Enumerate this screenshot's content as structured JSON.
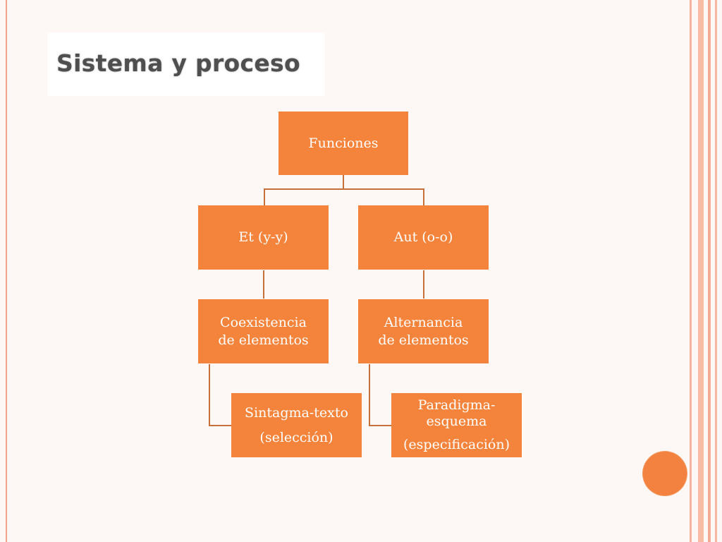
{
  "slide": {
    "title": "Sistema y proceso",
    "accent_color": "#f4843b",
    "connector_color": "#c8703a"
  },
  "diagram": {
    "root": "Funciones",
    "branches": [
      {
        "label": "Et (y-y)",
        "child": "Coexistencia de elementos",
        "leaf_line1": "Sintagma-texto",
        "leaf_line2": "(selección)"
      },
      {
        "label": "Aut (o-o)",
        "child": "Alternancia de elementos",
        "leaf_line1": "Paradigma-esquema",
        "leaf_line2": "(especificación)"
      }
    ]
  }
}
